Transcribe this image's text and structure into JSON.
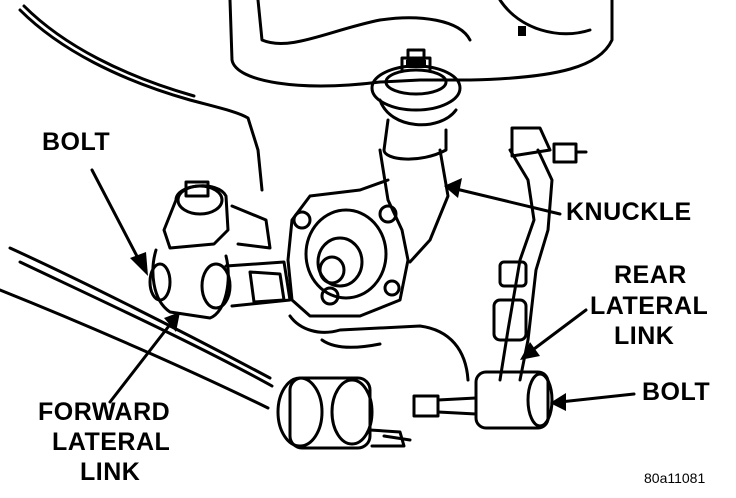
{
  "labels": {
    "bolt_left": "BOLT",
    "knuckle": "KNUCKLE",
    "rear_lateral_link": [
      "REAR",
      "LATERAL",
      "LINK"
    ],
    "bolt_right": "BOLT",
    "forward_lateral_link": [
      "FORWARD",
      "LATERAL",
      "LINK"
    ]
  },
  "figure_id": "80a11081",
  "colors": {
    "ink": "#000000",
    "paper": "#ffffff"
  }
}
